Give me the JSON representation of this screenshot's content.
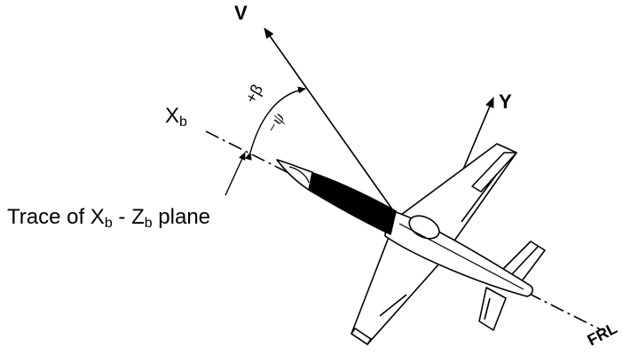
{
  "labels": {
    "velocity": "V",
    "y_axis": "Y",
    "x_axis_main": "X",
    "x_axis_sub": "b",
    "beta": "+β",
    "psi": "−ψ",
    "frl": "FRL",
    "trace": {
      "prefix": "Trace of X",
      "sub1": "b",
      "mid": " - Z",
      "sub2": "b",
      "suffix": " plane"
    }
  },
  "colors": {
    "ink": "#000000",
    "paper": "#ffffff"
  }
}
